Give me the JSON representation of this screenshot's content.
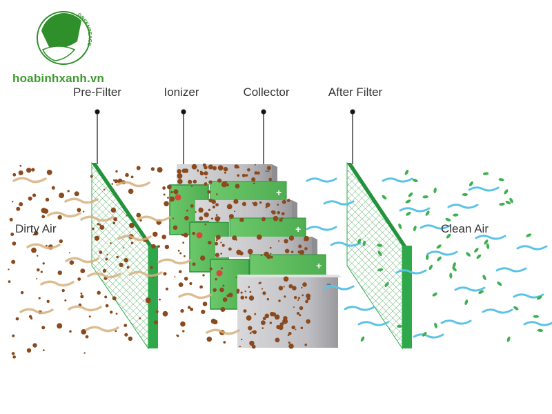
{
  "brand": {
    "website": "hoabinhxanh.vn",
    "logo_ring_text": "GREENPEACE"
  },
  "stages": [
    {
      "key": "pre_filter",
      "label": "Pre-Filter"
    },
    {
      "key": "ionizer",
      "label": "Ionizer"
    },
    {
      "key": "collector",
      "label": "Collector"
    },
    {
      "key": "after_filter",
      "label": "After Filter"
    }
  ],
  "sides": {
    "input": "Dirty Air",
    "output": "Clean Air"
  },
  "signs": {
    "positive": "+",
    "negative": "−"
  },
  "colors": {
    "filter_green": "#2ea84a",
    "panel_green": "#5cbb5c",
    "dust_brown": "#8a4a1e",
    "plate_gray": "#b9b9bd",
    "air_blue": "#5cc3e6",
    "leaf_green": "#3fb04f",
    "brand_green": "#3c9a2e",
    "sand": "#d6b27f"
  }
}
